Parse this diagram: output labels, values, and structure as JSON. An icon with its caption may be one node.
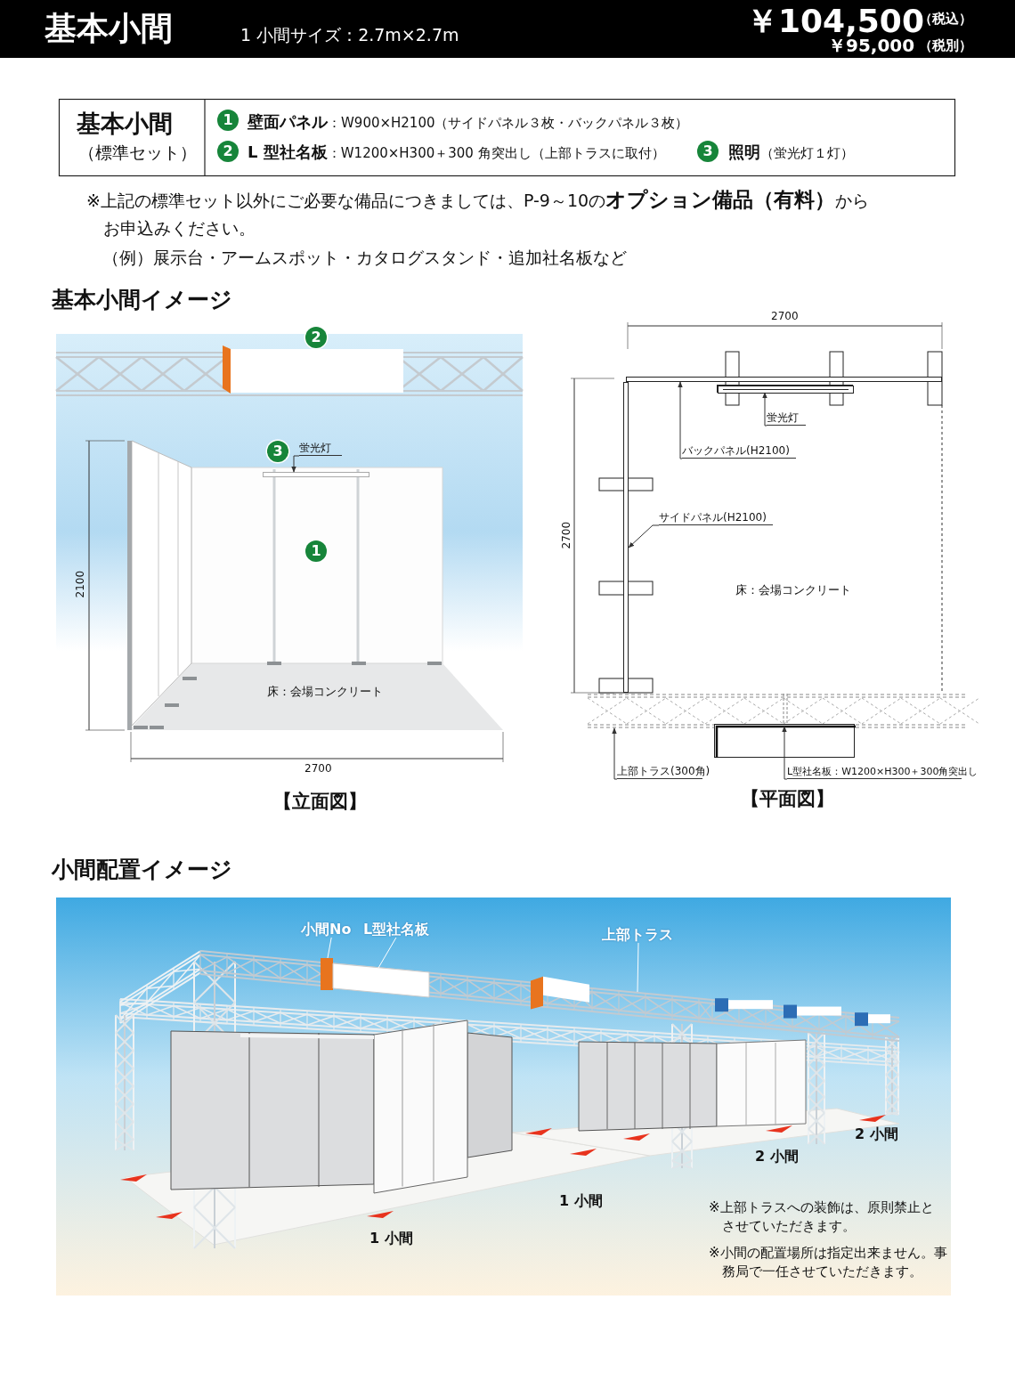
{
  "diagram": {
    "nodes": [
      {
        "text": [
          "蛍光灯"
        ]
      },
      {
        "text": [],
        "shape": "bar"
      },
      {
        "text": [
          "蛍光灯"
        ]
      },
      {
        "text": [],
        "shape": "bar"
      },
      {
        "text": [
          "バックパネル(H2100)"
        ]
      },
      {
        "text": [],
        "shape": "bar"
      },
      {
        "text": [
          "サイドパネル(H2100)"
        ]
      },
      {
        "text": [],
        "shape": "bar"
      },
      {
        "text": [
          "上部トラス(300角)"
        ]
      },
      {
        "text": [],
        "shape": "box"
      },
      {
        "text": [
          "L型社名板：W1200×H300＋300角突出し"
        ]
      },
      {
        "text": [],
        "shape": "bar"
      },
      {
        "text": [
          "小間No"
        ]
      },
      {
        "text": [],
        "shape": "box"
      },
      {
        "text": [
          "L型社名板"
        ]
      },
      {
        "text": [],
        "shape": "box"
      },
      {
        "text": [
          "上部トラス"
        ]
      },
      {
        "text": [],
        "shape": "box"
      }
    ],
    "edges": [
      {
        "from": 0,
        "to": 1,
        "arrow": "to"
      },
      {
        "from": 2,
        "to": 3,
        "arrow": "to"
      },
      {
        "from": 4,
        "to": 5,
        "arrow": "to"
      },
      {
        "from": 6,
        "to": 7,
        "arrow": "to"
      },
      {
        "from": 8,
        "to": 9,
        "arrow": "to"
      },
      {
        "from": 10,
        "to": 11,
        "arrow": "to"
      },
      {
        "from": 12,
        "to": 13,
        "arrow": "none",
        "color": "#ffffff"
      },
      {
        "from": 14,
        "to": 15,
        "arrow": "none",
        "color": "#ffffff"
      },
      {
        "from": 16,
        "to": 17,
        "arrow": "none",
        "color": "#ffffff"
      }
    ],
    "labels": [
      "基本小間",
      "1 小間サイズ：2.7m×2.7m",
      "￥104,500",
      "（税込）",
      "￥95,000",
      "（税別）",
      "基本小間",
      "（標準セット）",
      "1",
      "**壁面パネル**：W900×H2100（サイドパネル３枚・バックパネル３枚）",
      "2",
      "**L 型社名板**：W1200×H300＋300 角突出し（上部トラスに取付）",
      "3",
      "**照明**（蛍光灯１灯）",
      "※上記の標準セット以外にご必要な備品につきましては、P-9～10の**オプション備品（有料）**からお申込みください。",
      "（例）展示台・アームスポット・カタログスタンド・追加社名板など",
      "基本小間イメージ",
      "2",
      "3",
      "1",
      "2100",
      "床：会場コンクリート",
      "2700",
      "【立面図】",
      "2700",
      "2700",
      "床：会場コンクリート",
      "【平面図】",
      "小間配置イメージ",
      "2 小間",
      "2 小間",
      "1 小間",
      "※上部トラスへの装飾は、原則禁止とさせていただきます。",
      "1 小間",
      "※小間の配置場所は指定出来ません。事務局で一任させていただきます。"
    ]
  }
}
